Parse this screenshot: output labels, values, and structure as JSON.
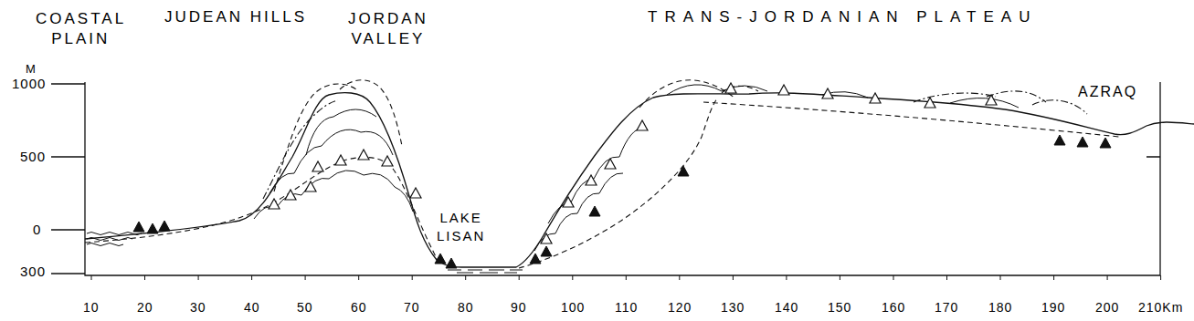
{
  "diagram": {
    "labels": [
      "COASTAL PLAIN",
      "JUDEAN HILLS",
      "JORDAN VALLEY",
      "TRANS-JORDANIAN PLATEAU",
      "M",
      "1000",
      "500",
      "0",
      "300",
      "LAKE LISAN",
      "AZRAQ",
      "10",
      "20",
      "30",
      "40",
      "50",
      "60",
      "70",
      "80",
      "90",
      "100",
      "110",
      "120",
      "130",
      "140",
      "150",
      "160",
      "170",
      "180",
      "190",
      "200",
      "210Km"
    ]
  }
}
